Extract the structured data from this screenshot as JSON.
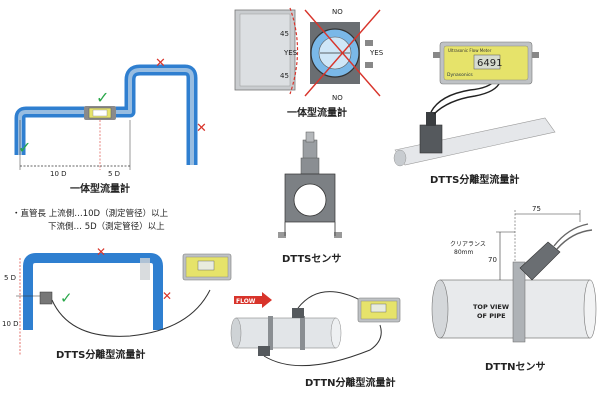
{
  "diagram": {
    "captions": {
      "integrated_pipe": "一体型流量計",
      "integrated_mount": "一体型流量計",
      "dtts_meter": "DTTS分離型流量計",
      "dtts_sensor": "DTTSセンサ",
      "dtts_pipe": "DTTS分離型流量計",
      "dttn_pipe": "DTTN分離型流量計",
      "dttn_sensor": "DTTNセンサ"
    },
    "notes": {
      "line1": "・直管長  上流側…10D（測定管径）以上",
      "line2": "下流側…  5D（測定管径）以上"
    },
    "dimensions": {
      "d10_top": "10 D",
      "d5_top": "5 D",
      "d5_left": "5 D",
      "d10_left": "10 D",
      "dim75": "75",
      "dim70": "70",
      "clearance1": "クリアランス",
      "clearance2": "80mm"
    },
    "mount_labels": {
      "no_top": "NO",
      "no_bottom": "NO",
      "yes_left": "YES",
      "yes_right": "YES",
      "deg_top": "45",
      "deg_bottom": "45"
    },
    "flow_label": "FLOW",
    "top_view1": "TOP VIEW",
    "top_view2": "OF PIPE",
    "display_value": "6491",
    "device_header": "Ultrasonic Flow Meter",
    "brand": "Dynasonics",
    "colors": {
      "pipe_blue": "#2f7fd0",
      "pipe_grey": "#cfd3d6",
      "check_green": "#2aa84a",
      "cross_red": "#d8342b",
      "meter_yellow": "#e6e36a"
    }
  }
}
